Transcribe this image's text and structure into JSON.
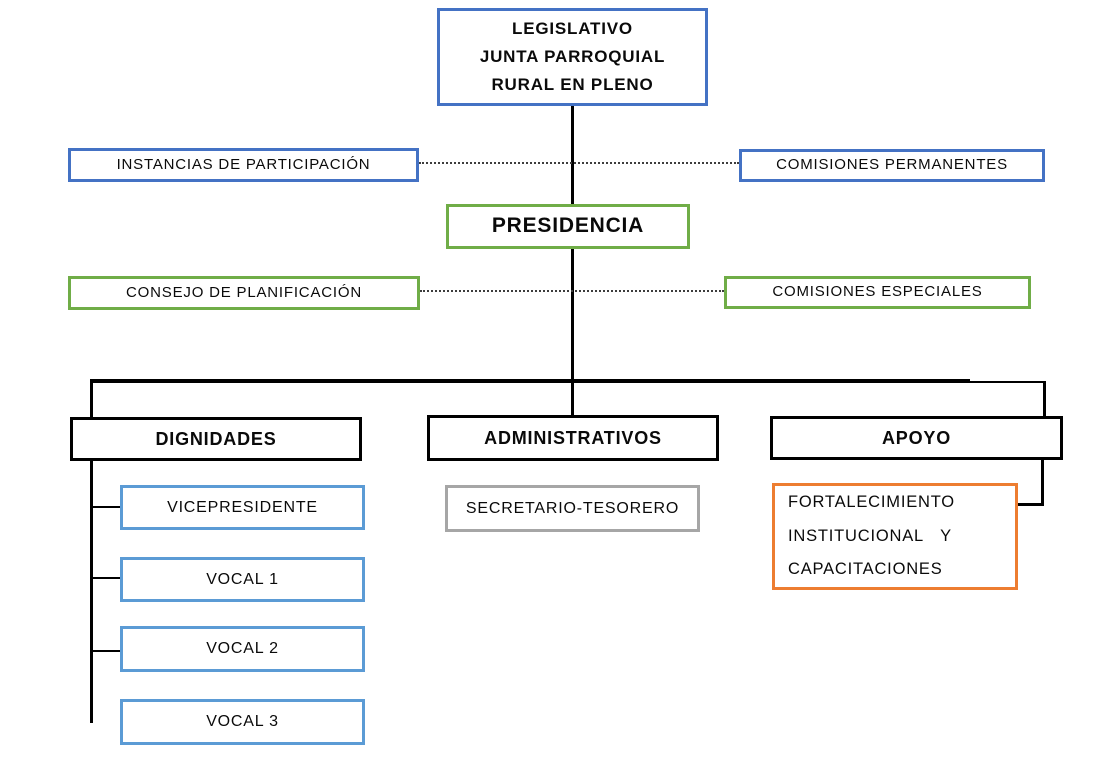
{
  "nodes": {
    "legislativo": {
      "line1": "LEGISLATIVO",
      "line2": "JUNTA PARROQUIAL",
      "line3": "RURAL EN PLENO"
    },
    "instancias_participacion": {
      "label": "INSTANCIAS DE PARTICIPACIÓN"
    },
    "comisiones_permanentes": {
      "label": "COMISIONES PERMANENTES"
    },
    "presidencia": {
      "label": "PRESIDENCIA"
    },
    "consejo_planificacion": {
      "label": "CONSEJO DE PLANIFICACIÓN"
    },
    "comisiones_especiales": {
      "label": "COMISIONES ESPECIALES"
    },
    "dignidades": {
      "label": "DIGNIDADES"
    },
    "administrativos": {
      "label": "ADMINISTRATIVOS"
    },
    "apoyo": {
      "label": "APOYO"
    },
    "vicepresidente": {
      "label": "VICEPRESIDENTE"
    },
    "vocal_1": {
      "label": "VOCAL 1"
    },
    "vocal_2": {
      "label": "VOCAL 2"
    },
    "vocal_3": {
      "label": "VOCAL 3"
    },
    "secretario_tesorero": {
      "label": "SECRETARIO-TESORERO"
    },
    "fortalecimiento": {
      "line1": "FORTALECIMIENTO",
      "line2": "INSTITUCIONAL   Y",
      "line3": "CAPACITACIONES"
    }
  },
  "colors": {
    "blue_border": "#4472C4",
    "green_border": "#70AD47",
    "light_blue_border": "#5B9BD5",
    "orange_border": "#ED7D31",
    "gray_border": "#A6A6A6",
    "black_border": "#000000",
    "connector_line": "#000000",
    "background": "#FFFFFF",
    "text": "#0A0A0A"
  }
}
